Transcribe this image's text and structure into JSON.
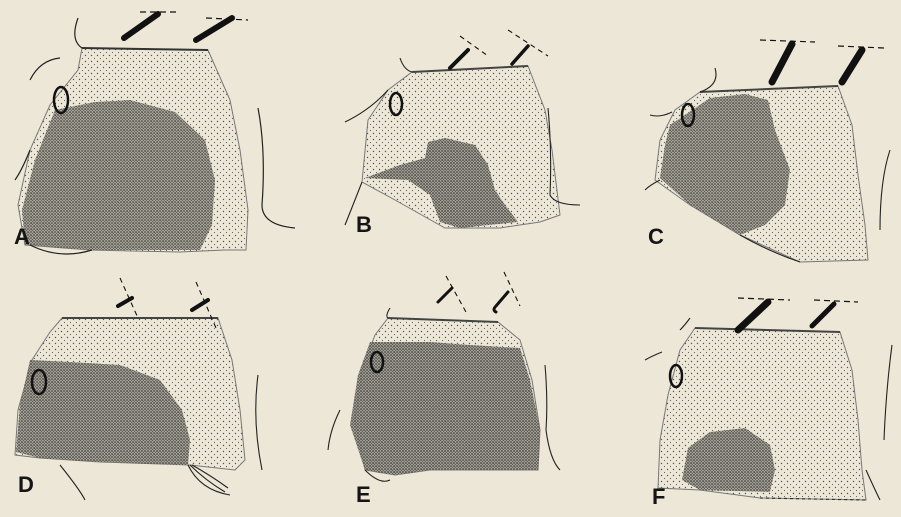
{
  "figure": {
    "panels": [
      {
        "id": "A",
        "label": "A"
      },
      {
        "id": "B",
        "label": "B"
      },
      {
        "id": "C",
        "label": "C"
      },
      {
        "id": "D",
        "label": "D"
      },
      {
        "id": "E",
        "label": "E"
      },
      {
        "id": "F",
        "label": "F"
      }
    ]
  },
  "colors": {
    "paper": "#ece7d6",
    "ink": "#151515",
    "light_stipple": "#5a5a5a",
    "dense_stipple": "#2a2a2a"
  }
}
